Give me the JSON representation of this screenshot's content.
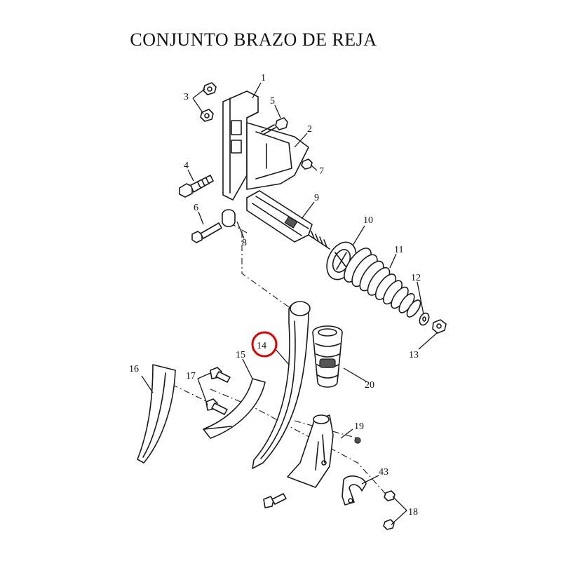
{
  "title": "CONJUNTO BRAZO DE REJA",
  "labels": {
    "p1": "1",
    "p2": "2",
    "p3": "3",
    "p4": "4",
    "p5": "5",
    "p6": "6",
    "p7": "7",
    "p8": "8",
    "p9": "9",
    "p10": "10",
    "p11": "11",
    "p12": "12",
    "p13": "13",
    "p14": "14",
    "p15": "15",
    "p16": "16",
    "p17": "17",
    "p18": "18",
    "p19": "19",
    "p20": "20",
    "p43": "43"
  },
  "highlight": {
    "part": "14",
    "color": "#e00000"
  }
}
